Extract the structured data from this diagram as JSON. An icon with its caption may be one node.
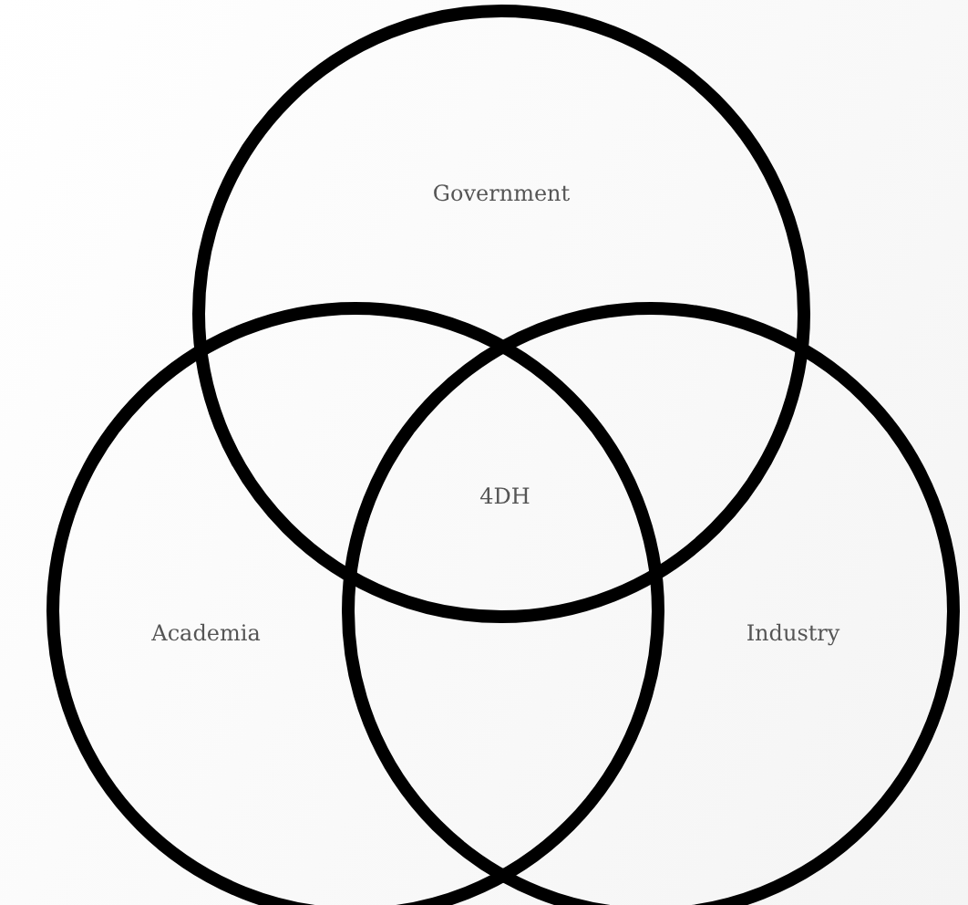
{
  "diagram": {
    "nodes": [
      {
        "text": [
          "Government"
        ]
      },
      {
        "text": [
          "Academia"
        ]
      },
      {
        "text": [
          "Industry"
        ]
      }
    ],
    "labels": [
      "4DH"
    ]
  }
}
